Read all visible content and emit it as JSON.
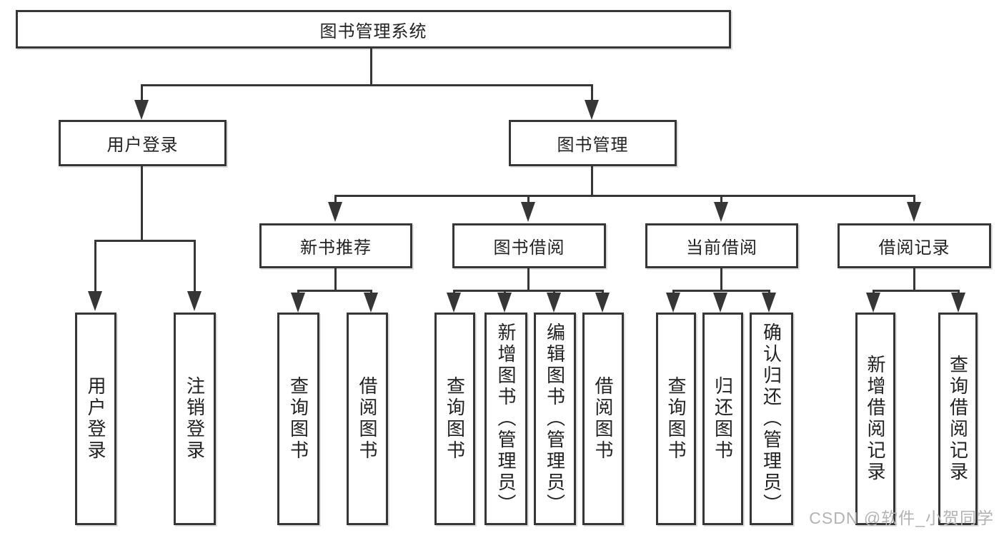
{
  "title": "图书管理系统",
  "tree": {
    "login": {
      "label": "用户登录",
      "children": [
        "用户登录",
        "注销登录"
      ]
    },
    "mgmt": {
      "label": "图书管理",
      "children": {
        "recommend": {
          "label": "新书推荐",
          "children": [
            "查询图书",
            "借阅图书"
          ]
        },
        "borrow": {
          "label": "图书借阅",
          "children": [
            "查询图书",
            "新增图书（管理员）",
            "编辑图书（管理员）",
            "借阅图书"
          ]
        },
        "current": {
          "label": "当前借阅",
          "children": [
            "查询图书",
            "归还图书",
            "确认归还（管理员）"
          ]
        },
        "records": {
          "label": "借阅记录",
          "children": [
            "新增借阅记录",
            "查询借阅记录"
          ]
        }
      }
    }
  },
  "watermark": "CSDN @软件_小贺同学",
  "colors": {
    "line": "#363636",
    "text": "#222222",
    "watermark": "#b3b3b3",
    "background": "#ffffff"
  }
}
